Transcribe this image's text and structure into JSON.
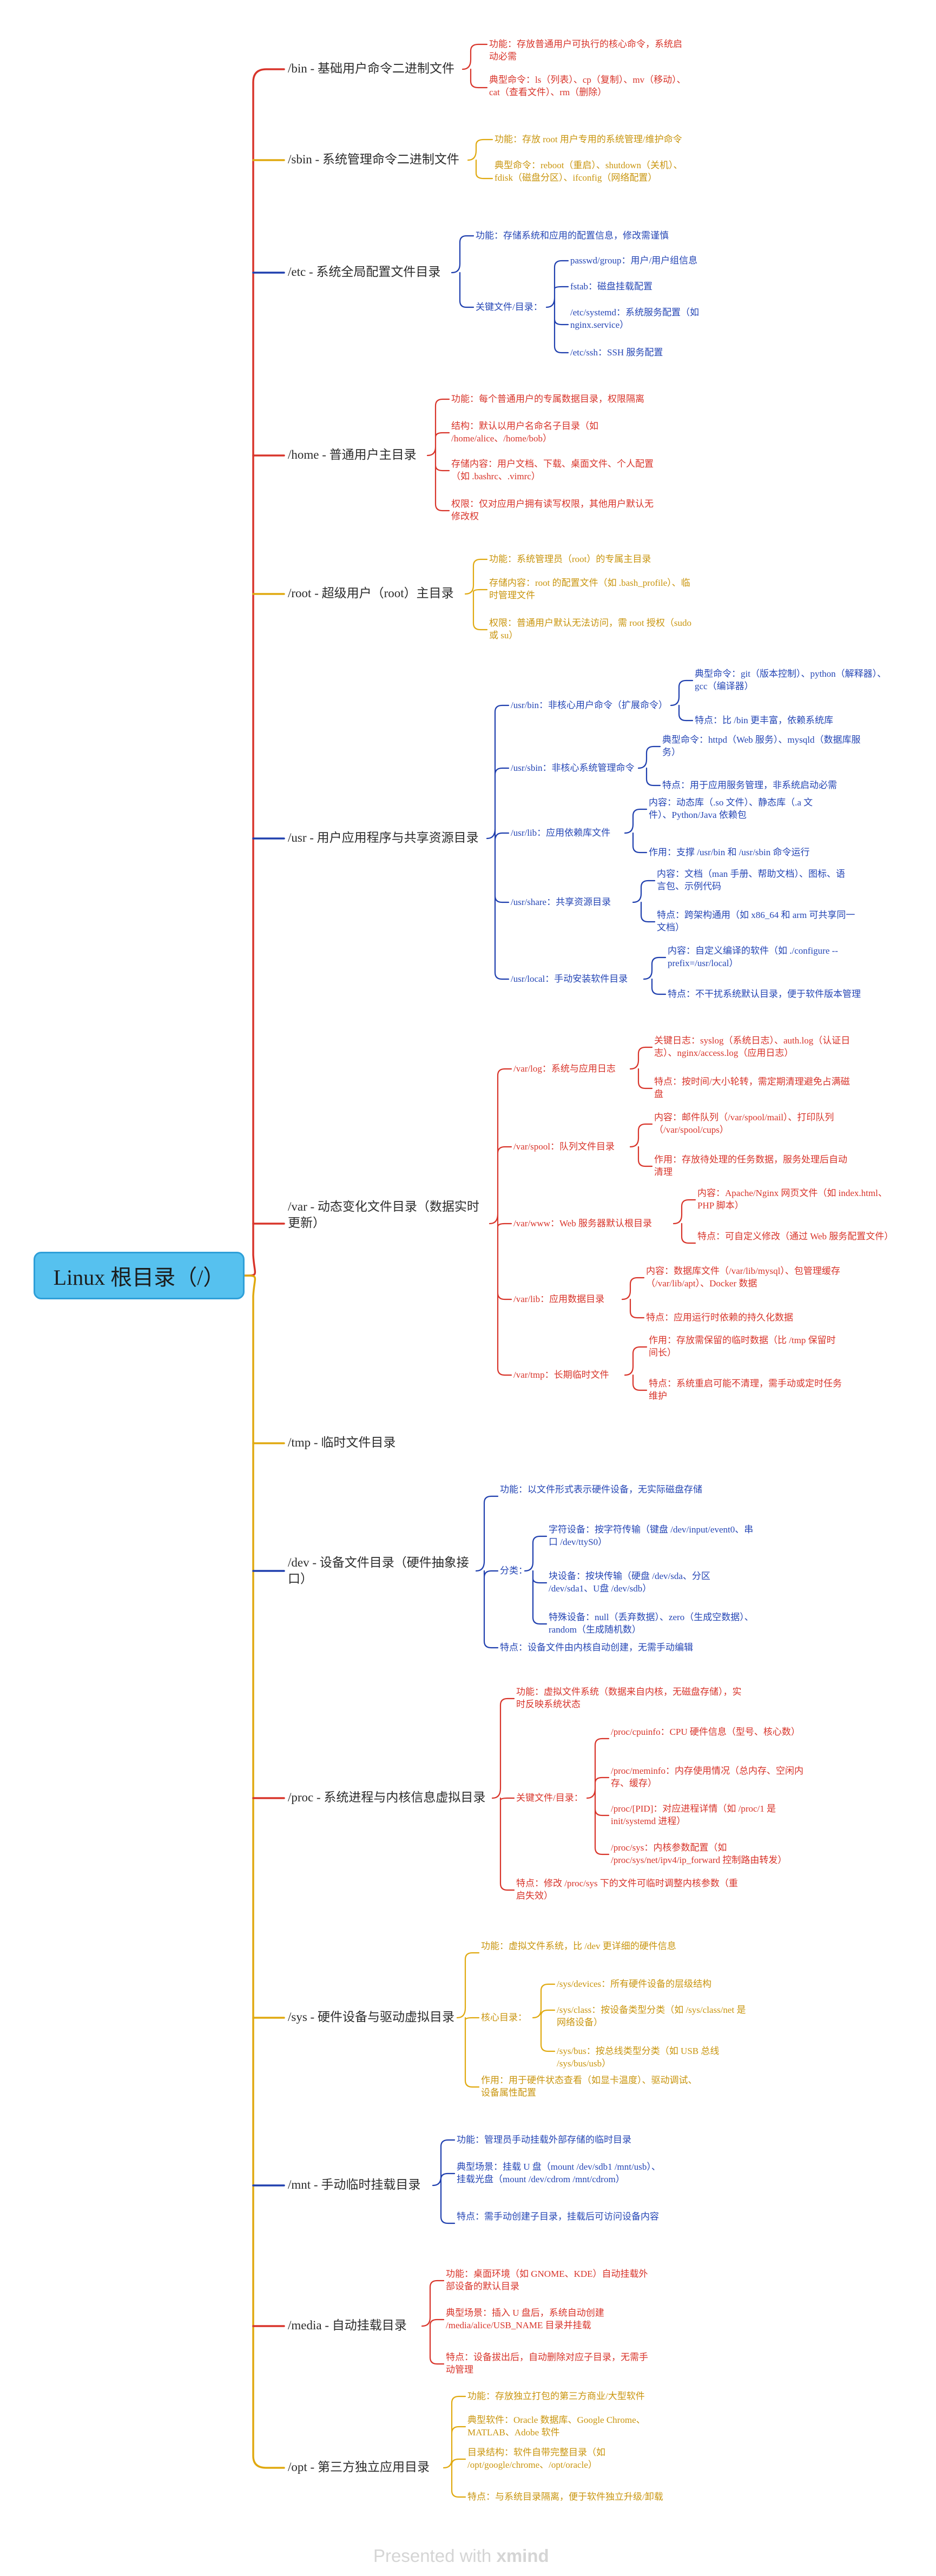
{
  "root": "Linux 根目录（/）",
  "watermark": {
    "prefix": "Presented with ",
    "brand": "xmind"
  },
  "colors": {
    "red": "#d8342a",
    "yellow": "#e0a90f",
    "blue": "#1f3fae",
    "root_fill": "#56c1ef",
    "root_border": "#2e9fd8"
  },
  "branches": {
    "bin": {
      "title": "/bin - 基础用户命令二进制文件",
      "func": "功能：存放普通用户可执行的核心命令，系统启动必需",
      "ex": "典型命令：ls（列表）、cp（复制）、mv（移动）、cat（查看文件）、rm（删除）"
    },
    "sbin": {
      "title": "/sbin - 系统管理命令二进制文件",
      "func": "功能：存放 root 用户专用的系统管理/维护命令",
      "ex": "典型命令：reboot（重启）、shutdown（关机）、fdisk（磁盘分区）、ifconfig（网络配置）"
    },
    "etc": {
      "title": "/etc - 系统全局配置文件目录",
      "func": "功能：存储系统和应用的配置信息，修改需谨慎",
      "keys": "关键文件/目录：",
      "k1": "passwd/group：用户/用户组信息",
      "k2": "fstab：磁盘挂载配置",
      "k3": "/etc/systemd：系统服务配置（如 nginx.service）",
      "k4": "/etc/ssh：SSH 服务配置"
    },
    "home": {
      "title": "/home - 普通用户主目录",
      "func": "功能：每个普通用户的专属数据目录，权限隔离",
      "struct": "结构：默认以用户名命名子目录（如 /home/alice、/home/bob）",
      "store": "存储内容：用户文档、下载、桌面文件、个人配置（如 .bashrc、.vimrc）",
      "perm": "权限：仅对应用户拥有读写权限，其他用户默认无修改权"
    },
    "rootdir": {
      "title": "/root - 超级用户（root）主目录",
      "func": "功能：系统管理员（root）的专属主目录",
      "store": "存储内容：root 的配置文件（如 .bash_profile）、临时管理文件",
      "perm": "权限：普通用户默认无法访问，需 root 授权（sudo 或 su）"
    },
    "usr": {
      "title": "/usr - 用户应用程序与共享资源目录",
      "bin": {
        "label": "/usr/bin：非核心用户命令（扩展命令）",
        "a": "典型命令：git（版本控制）、python（解释器）、gcc（编译器）",
        "b": "特点：比 /bin 更丰富，依赖系统库"
      },
      "sbin": {
        "label": "/usr/sbin：非核心系统管理命令",
        "a": "典型命令：httpd（Web 服务）、mysqld（数据库服务）",
        "b": "特点：用于应用服务管理，非系统启动必需"
      },
      "lib": {
        "label": "/usr/lib：应用依赖库文件",
        "a": "内容：动态库（.so 文件）、静态库（.a 文件）、Python/Java 依赖包",
        "b": "作用：支撑 /usr/bin 和 /usr/sbin 命令运行"
      },
      "share": {
        "label": "/usr/share：共享资源目录",
        "a": "内容：文档（man 手册、帮助文档）、图标、语言包、示例代码",
        "b": "特点：跨架构通用（如 x86_64 和 arm 可共享同一文档）"
      },
      "local": {
        "label": "/usr/local：手动安装软件目录",
        "a": "内容：自定义编译的软件（如 ./configure --prefix=/usr/local）",
        "b": "特点：不干扰系统默认目录，便于软件版本管理"
      }
    },
    "var": {
      "title": "/var - 动态变化文件目录（数据实时更新）",
      "log": {
        "label": "/var/log：系统与应用日志",
        "a": "关键日志：syslog（系统日志）、auth.log（认证日志）、nginx/access.log（应用日志）",
        "b": "特点：按时间/大小轮转，需定期清理避免占满磁盘"
      },
      "spool": {
        "label": "/var/spool：队列文件目录",
        "a": "内容：邮件队列（/var/spool/mail）、打印队列（/var/spool/cups）",
        "b": "作用：存放待处理的任务数据，服务处理后自动清理"
      },
      "www": {
        "label": "/var/www：Web 服务器默认根目录",
        "a": "内容：Apache/Nginx 网页文件（如 index.html、PHP 脚本）",
        "b": "特点：可自定义修改（通过 Web 服务配置文件）"
      },
      "lib": {
        "label": "/var/lib：应用数据目录",
        "a": "内容：数据库文件（/var/lib/mysql）、包管理缓存（/var/lib/apt）、Docker 数据",
        "b": "特点：应用运行时依赖的持久化数据"
      },
      "tmp": {
        "label": "/var/tmp：长期临时文件",
        "a": "作用：存放需保留的临时数据（比 /tmp 保留时间长）",
        "b": "特点：系统重启可能不清理，需手动或定时任务维护"
      }
    },
    "tmp": {
      "title": "/tmp - 临时文件目录"
    },
    "dev": {
      "title": "/dev - 设备文件目录（硬件抽象接口）",
      "func": "功能：以文件形式表示硬件设备，无实际磁盘存储",
      "class": "分类：",
      "c1": "字符设备：按字符传输（键盘 /dev/input/event0、串口 /dev/ttyS0）",
      "c2": "块设备：按块传输（硬盘 /dev/sda、分区 /dev/sda1、U盘 /dev/sdb）",
      "c3": "特殊设备：null（丢弃数据）、zero（生成空数据）、random（生成随机数）",
      "feat": "特点：设备文件由内核自动创建，无需手动编辑"
    },
    "proc": {
      "title": "/proc - 系统进程与内核信息虚拟目录",
      "func": "功能：虚拟文件系统（数据来自内核，无磁盘存储），实时反映系统状态",
      "keys": "关键文件/目录：",
      "k1": "/proc/cpuinfo：CPU 硬件信息（型号、核心数）",
      "k2": "/proc/meminfo：内存使用情况（总内存、空闲内存、缓存）",
      "k3": "/proc/[PID]：对应进程详情（如 /proc/1 是 init/systemd 进程）",
      "k4": "/proc/sys：内核参数配置（如 /proc/sys/net/ipv4/ip_forward 控制路由转发）",
      "feat": "特点：修改 /proc/sys 下的文件可临时调整内核参数（重启失效）"
    },
    "sys": {
      "title": "/sys - 硬件设备与驱动虚拟目录",
      "func": "功能：虚拟文件系统，比 /dev 更详细的硬件信息",
      "core": "核心目录：",
      "k1": "/sys/devices：所有硬件设备的层级结构",
      "k2": "/sys/class：按设备类型分类（如 /sys/class/net 是网络设备）",
      "k3": "/sys/bus：按总线类型分类（如 USB 总线 /sys/bus/usb）",
      "use": "作用：用于硬件状态查看（如显卡温度）、驱动调试、设备属性配置"
    },
    "mnt": {
      "title": "/mnt - 手动临时挂载目录",
      "func": "功能：管理员手动挂载外部存储的临时目录",
      "scene": "典型场景：挂载 U 盘（mount /dev/sdb1 /mnt/usb）、挂载光盘（mount /dev/cdrom /mnt/cdrom）",
      "feat": "特点：需手动创建子目录，挂载后可访问设备内容"
    },
    "media": {
      "title": "/media - 自动挂载目录",
      "func": "功能：桌面环境（如 GNOME、KDE）自动挂载外部设备的默认目录",
      "scene": "典型场景：插入 U 盘后，系统自动创建 /media/alice/USB_NAME 目录并挂载",
      "feat": "特点：设备拔出后，自动删除对应子目录，无需手动管理"
    },
    "opt": {
      "title": "/opt - 第三方独立应用目录",
      "func": "功能：存放独立打包的第三方商业/大型软件",
      "sw": "典型软件：Oracle 数据库、Google Chrome、MATLAB、Adobe 软件",
      "loc": "目录结构：软件自带完整目录（如 /opt/google/chrome、/opt/oracle）",
      "feat": "特点：与系统目录隔离，便于软件独立升级/卸载"
    }
  }
}
